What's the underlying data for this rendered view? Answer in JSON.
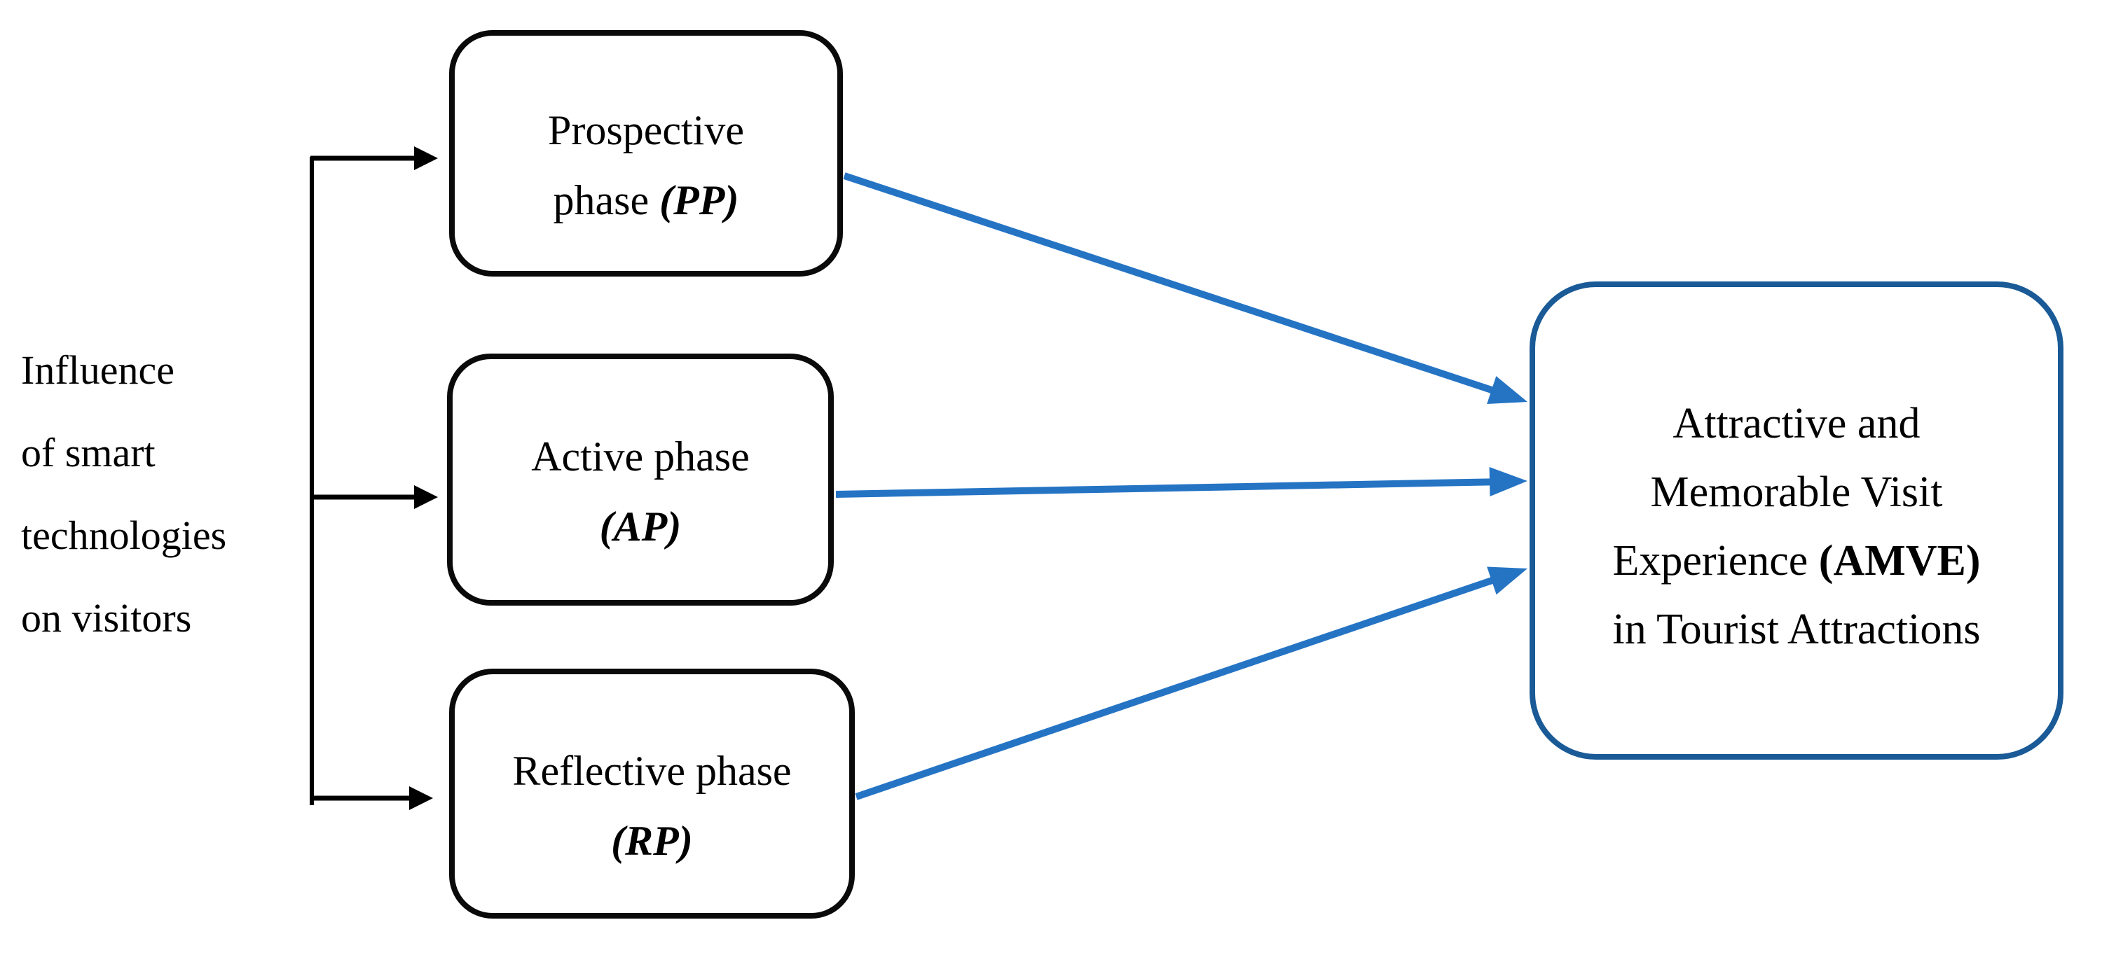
{
  "left_label": {
    "lines": [
      "Influence",
      "of smart",
      "technologies",
      "on visitors"
    ]
  },
  "phase_boxes": [
    {
      "line1": "Prospective",
      "line2_prefix": "phase ",
      "abbrev": "(PP)"
    },
    {
      "line1": "Active phase",
      "line2_prefix": "",
      "abbrev": "(AP)"
    },
    {
      "line1": "Reflective phase",
      "line2_prefix": "",
      "abbrev": "(RP)"
    }
  ],
  "outcome_box": {
    "line1": "Attractive and",
    "line2": "Memorable Visit",
    "line3_prefix": "Experience ",
    "line3_bold": "(AMVE)",
    "line4": "in Tourist Attractions"
  },
  "colors": {
    "background": "#FFFFFF",
    "connector_black": "#000000",
    "phase_border_black": "#0A0A0A",
    "arrow_blue": "#2574C4",
    "outcome_border_blue": "#1A5A96"
  }
}
